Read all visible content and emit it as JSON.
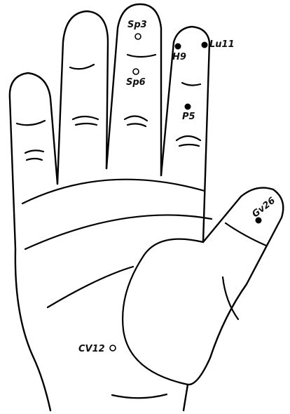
{
  "points": [
    {
      "id": "sp3",
      "label": "Sp3",
      "style": "open"
    },
    {
      "id": "sp6",
      "label": "Sp6",
      "style": "open"
    },
    {
      "id": "h9",
      "label": "H9",
      "style": "filled"
    },
    {
      "id": "lu11",
      "label": "Lu11",
      "style": "filled"
    },
    {
      "id": "p5",
      "label": "P5",
      "style": "filled"
    },
    {
      "id": "gv26",
      "label": "Gv26",
      "style": "filled"
    },
    {
      "id": "cv12",
      "label": "CV12",
      "style": "open"
    }
  ],
  "colors": {
    "line": "#000000",
    "background": "#ffffff"
  }
}
